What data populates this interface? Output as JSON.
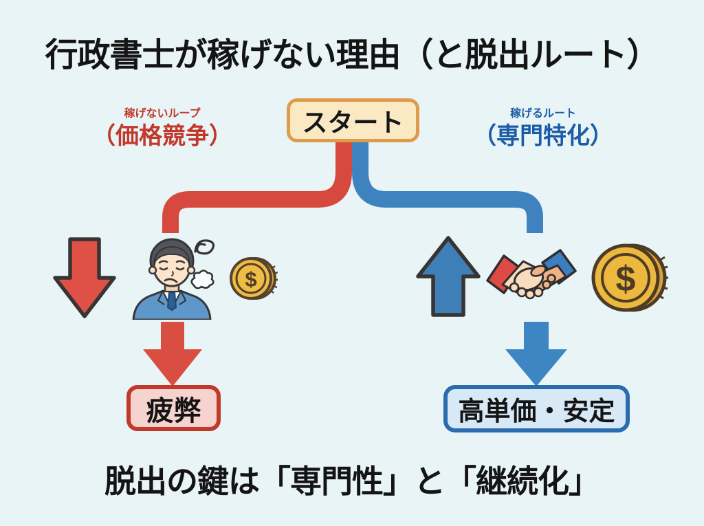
{
  "title": "行政書士が稼げない理由（と脱出ルート）",
  "start": {
    "label": "スタート"
  },
  "left_route": {
    "heading_line1": "稼げないループ",
    "heading_line2": "（価格競争）",
    "outcome": "疲弊"
  },
  "right_route": {
    "heading_line1": "稼げるルート",
    "heading_line2": "（専門特化）",
    "outcome": "高単価・安定"
  },
  "footer": "脱出の鍵は「専門性」と「継続化」",
  "icons": {
    "coin_symbol": "$",
    "left_flow": "red-down-arrow",
    "left_person": "tired-businessman",
    "left_money": "dollar-coin",
    "right_flow": "blue-up-arrow",
    "right_deal": "handshake",
    "right_money": "dollar-coin-3d"
  },
  "colors": {
    "background": "#e9f4f7",
    "loop_red": "#d7493e",
    "loop_red_text": "#c0392b",
    "route_blue": "#3e82c0",
    "route_blue_text": "#1a5ca6",
    "start_fill": "#fbe9c4",
    "start_border": "#de9c4b",
    "exhaustion_fill": "#f6d3ce",
    "exhaustion_border": "#c2382b",
    "stable_fill": "#d7e8f7",
    "stable_border": "#2a6cae",
    "coin_gold": "#efbd46"
  }
}
